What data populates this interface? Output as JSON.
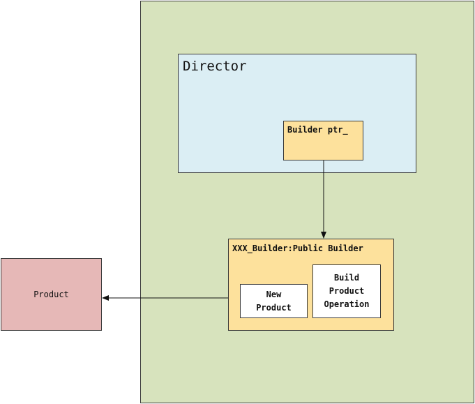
{
  "director": {
    "title": "Director",
    "builder_ptr": "Builder ptr_"
  },
  "concrete_builder": {
    "title": "XXX_Builder:Public Builder",
    "new_product": "New\nProduct",
    "build_operation": "Build\nProduct\nOperation"
  },
  "product": {
    "label": "Product"
  },
  "colors": {
    "container_bg": "#d7e3bd",
    "director_bg": "#dbeef4",
    "builder_bg": "#fde19c",
    "product_bg": "#e6b8b7",
    "line": "#3a3a3a"
  }
}
